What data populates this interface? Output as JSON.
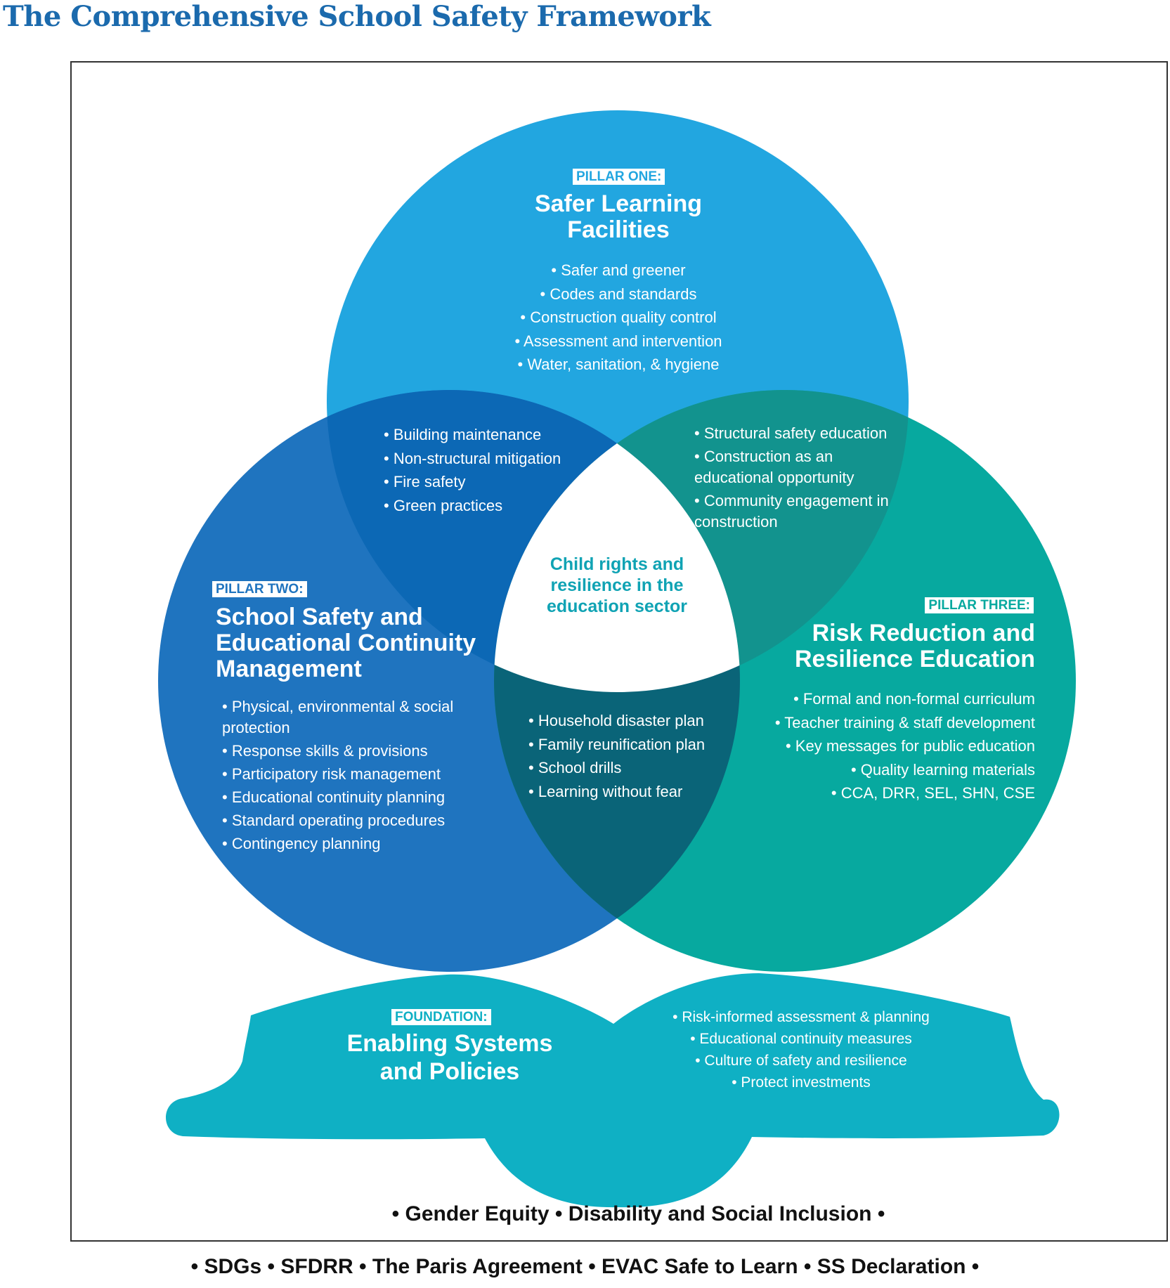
{
  "title": "The Comprehensive School Safety Framework",
  "colors": {
    "pillar_one": "#22a6e0",
    "pillar_two": "#1f74bf",
    "pillar_three": "#07a99f",
    "overlap_one_two": "#0c68b5",
    "overlap_one_three": "#12938e",
    "overlap_two_three": "#0a6478",
    "foundation": "#0fb0c4",
    "title": "#1b6aad"
  },
  "pillar_one": {
    "badge": "PILLAR ONE:",
    "heading": "Safer Learning\nFacilities",
    "items": [
      "Safer and greener",
      "Codes and standards",
      "Construction quality control",
      "Assessment and intervention",
      "Water, sanitation, & hygiene"
    ]
  },
  "pillar_two": {
    "badge": "PILLAR TWO:",
    "heading": "School Safety and\nEducational Continuity\nManagement",
    "items": [
      "Physical, environmental & social protection",
      "Response skills & provisions",
      "Participatory risk management",
      "Educational continuity planning",
      "Standard operating procedures",
      "Contingency planning"
    ]
  },
  "pillar_three": {
    "badge": "PILLAR THREE:",
    "heading": "Risk Reduction and\nResilience Education",
    "items": [
      "Formal and non-formal curriculum",
      "Teacher training & staff development",
      "Key messages for public education",
      "Quality learning materials",
      "CCA, DRR, SEL, SHN, CSE"
    ]
  },
  "overlap_one_two": {
    "items": [
      "Building maintenance",
      "Non-structural mitigation",
      "Fire safety",
      "Green practices"
    ]
  },
  "overlap_one_three": {
    "items": [
      "Structural safety education",
      "Construction as an educational opportunity",
      "Community engagement in construction"
    ]
  },
  "overlap_two_three": {
    "items": [
      "Household disaster plan",
      "Family reunification plan",
      "School drills",
      "Learning without fear"
    ]
  },
  "center": {
    "text": "Child rights and\nresilience in the\neducation sector"
  },
  "foundation": {
    "badge": "FOUNDATION:",
    "heading": "Enabling Systems\nand Policies",
    "items": [
      "Risk-informed assessment & planning",
      "Educational continuity measures",
      "Culture of safety and resilience",
      "Protect investments"
    ]
  },
  "inner_footer": "• Gender Equity • Disability and Social Inclusion •",
  "outer_footer": "• SDGs • SFDRR • The Paris Agreement • EVAC Safe to Learn • SS Declaration •"
}
